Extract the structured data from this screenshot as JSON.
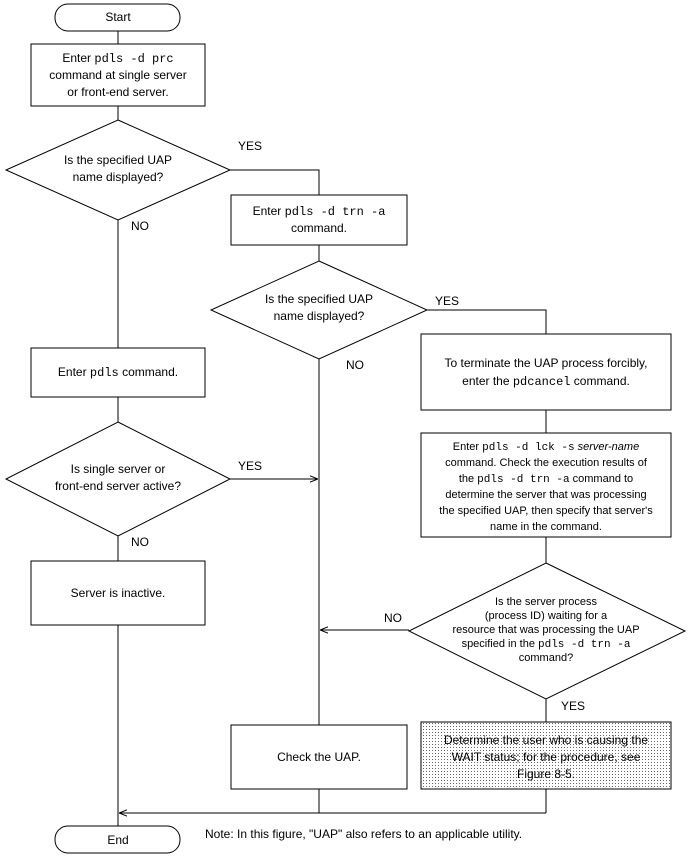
{
  "start": {
    "label": "Start"
  },
  "end": {
    "label": "End"
  },
  "box_prc": {
    "l1_a": "Enter ",
    "l1_code": "pdls -d prc",
    "l2": "command at single server",
    "l3": "or front-end server."
  },
  "diamond1": {
    "l1": "Is the specified UAP",
    "l2": "name displayed?"
  },
  "diamond1_yes": "YES",
  "diamond1_no": "NO",
  "box_trn": {
    "l1_a": "Enter ",
    "l1_code": "pdls -d trn -a",
    "l2": "command."
  },
  "diamond2": {
    "l1": "Is the specified UAP",
    "l2": "name displayed?"
  },
  "diamond2_yes": "YES",
  "diamond2_no": "NO",
  "box_pdls": {
    "a": "Enter ",
    "code": "pdls",
    "b": " command."
  },
  "box_pdcancel": {
    "l1": "To terminate the UAP process forcibly,",
    "l2_a": "enter the ",
    "l2_code": "pdcancel",
    "l2_b": " command."
  },
  "diamond3": {
    "l1": "Is single server or",
    "l2": "front-end server active?"
  },
  "diamond3_yes": "YES",
  "diamond3_no": "NO",
  "box_lck": {
    "l1_a": "Enter ",
    "l1_code": "pdls -d lck -s",
    "l1_ital": "server-name",
    "l2": "command. Check the execution results of",
    "l3_a": "the ",
    "l3_code": "pdls -d trn -a",
    "l3_b": " command to",
    "l4": "determine the server that was processing",
    "l5": "the specified UAP, then specify that server's",
    "l6": "name in the command."
  },
  "box_inactive": {
    "label": "Server is inactive."
  },
  "diamond4": {
    "l1": "Is the server process",
    "l2": "(process ID) waiting for a",
    "l3": "resource that was processing the UAP",
    "l4_a": "specified in the ",
    "l4_code": "pdls -d trn -a",
    "l5": "command?"
  },
  "diamond4_no": "NO",
  "diamond4_yes": "YES",
  "box_check": {
    "label": "Check the UAP."
  },
  "box_determine": {
    "l1": "Determine the user who is causing the",
    "l2": "WAIT status; for the procedure, see",
    "l3": "Figure 8-5."
  },
  "note": "Note:  In this figure, \"UAP\" also refers to an applicable utility."
}
